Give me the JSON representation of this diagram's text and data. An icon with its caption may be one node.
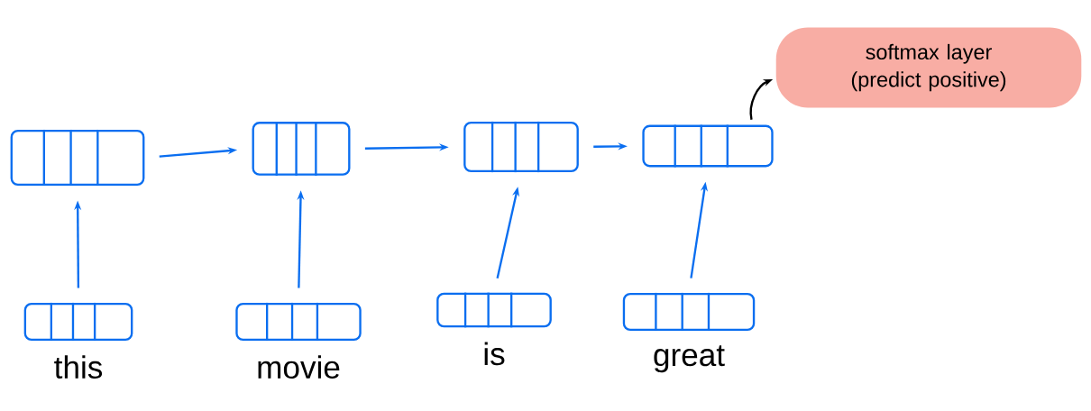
{
  "diagram": {
    "nodes": [
      {
        "text": [],
        "shape": "box"
      },
      {
        "text": [],
        "shape": "box"
      },
      {
        "text": [],
        "shape": "box"
      },
      {
        "text": [],
        "shape": "box"
      },
      {
        "text": [],
        "shape": "box",
        "beside": [
          "this"
        ]
      },
      {
        "text": [],
        "shape": "box",
        "beside": [
          "movie"
        ]
      },
      {
        "text": [],
        "shape": "box",
        "beside": [
          "is"
        ]
      },
      {
        "text": [],
        "shape": "box",
        "beside": [
          "great"
        ]
      },
      {
        "text": [
          "softmax layer (predict positive)"
        ]
      }
    ],
    "edges": [
      {
        "from": 0,
        "to": 1,
        "arrow": "to"
      },
      {
        "from": 1,
        "to": 2,
        "arrow": "to"
      },
      {
        "from": 2,
        "to": 3,
        "arrow": "to"
      },
      {
        "from": 4,
        "to": 0,
        "arrow": "to"
      },
      {
        "from": 5,
        "to": 1,
        "arrow": "to"
      },
      {
        "from": 6,
        "to": 2,
        "arrow": "to"
      },
      {
        "from": 7,
        "to": 3,
        "arrow": "to"
      },
      {
        "from": 3,
        "to": 8,
        "arrow": "to",
        "color": "#000000"
      }
    ]
  }
}
